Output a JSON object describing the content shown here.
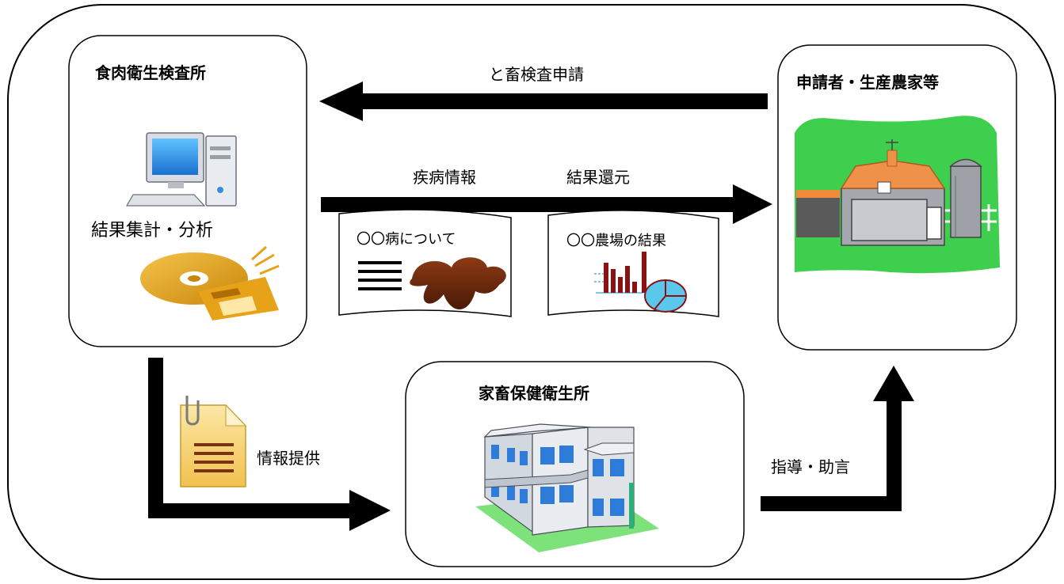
{
  "nodes": {
    "inspection_center": {
      "title": "食肉衛生検査所",
      "caption": "結果集計・分析"
    },
    "applicant": {
      "title": "申請者・生産農家等"
    },
    "livestock_office": {
      "title": "家畜保健衛生所"
    }
  },
  "arrows": {
    "application": "と畜検査申請",
    "disease_info": "疾病情報",
    "result_return": "結果還元",
    "info_provision": "情報提供",
    "guidance": "指導・助言"
  },
  "documents": {
    "disease_doc": "〇〇病について",
    "farm_result_doc": "〇〇農場の結果"
  }
}
